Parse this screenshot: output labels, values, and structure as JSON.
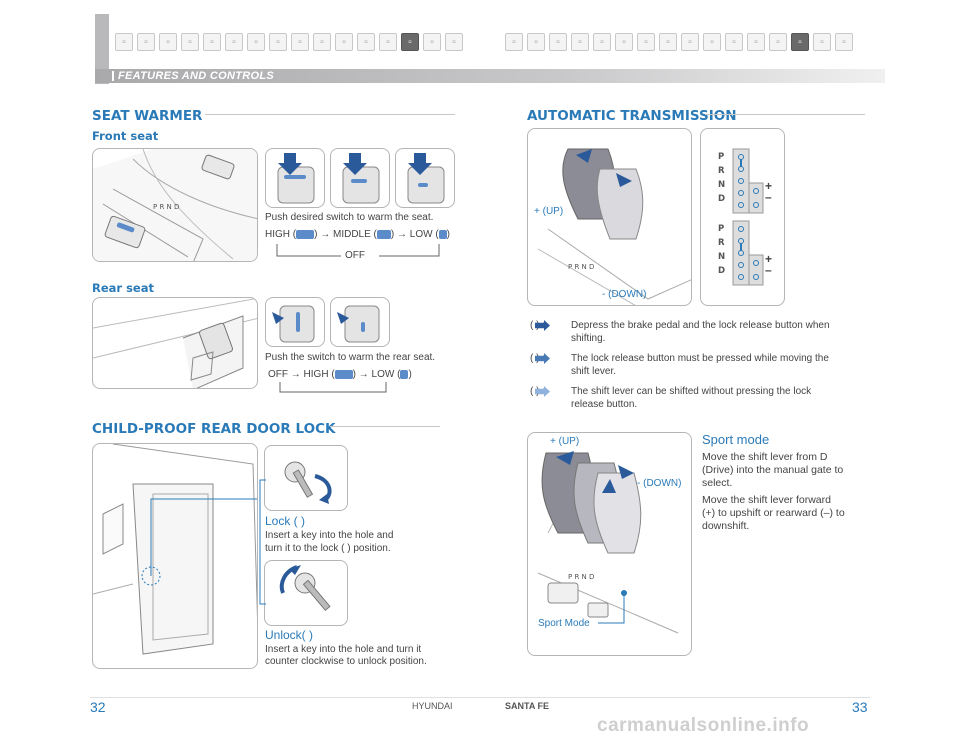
{
  "header": {
    "title": "FEATURES AND CONTROLS",
    "icons_left": [
      "pen",
      "wrench",
      "car",
      "car2",
      "car3",
      "car4",
      "info",
      "engine",
      "key",
      "bluetooth",
      "phone",
      "screen",
      "tray",
      "seat",
      "gauge",
      "eco"
    ],
    "icons_right": [
      "pen",
      "tool",
      "screen2",
      "car5",
      "home",
      "car6",
      "info2",
      "engine2",
      "key2",
      "bluetooth2",
      "phone2",
      "screen3",
      "car7",
      "seat2",
      "tank",
      "flag"
    ]
  },
  "seat_warmer": {
    "title": "SEAT WARMER",
    "front_label": "Front seat",
    "front_text": "Push desired switch to warm the seat.",
    "front_seq": {
      "high": "HIGH (",
      "middle": ") → MIDDLE (",
      "low": ") →   LOW (",
      "close": ")",
      "off": "OFF"
    },
    "rear_label": "Rear seat",
    "rear_text": "Push the switch to warm the rear seat.",
    "rear_seq": {
      "off": "OFF → HIGH (",
      "low": ") → LOW (",
      "close": ")"
    }
  },
  "child_lock": {
    "title": "CHILD-PROOF REAR DOOR LOCK",
    "lock_label": "Lock (   )",
    "lock_text_1": "Insert a key into the hole and",
    "lock_text_2": "turn it to the lock (   ) position.",
    "unlock_label": "Unlock(     )",
    "unlock_text_1": "Insert a key into the hole and turn it",
    "unlock_text_2": "counter clockwise to unlock position."
  },
  "auto_trans": {
    "title": "AUTOMATIC TRANSMISSION",
    "up_label": "+ (UP)",
    "down_label": "- (DOWN)",
    "gate_letters": [
      "P",
      "R",
      "N",
      "D"
    ],
    "plus": "+",
    "minus": "–",
    "legend": [
      {
        "key": "(      ) :",
        "line1": "Depress the brake pedal and the lock release button when",
        "line2": "shifting."
      },
      {
        "key": "(      ) :",
        "line1": "The lock release button must be pressed while moving the",
        "line2": "shift lever."
      },
      {
        "key": "(      ) :",
        "line1": "The shift lever can be shifted without pressing the lock",
        "line2": "release button."
      }
    ],
    "sport_up": "+ (UP)",
    "sport_down": "- (DOWN)",
    "sport_mode_label": "Sport Mode",
    "sport_title": "Sport mode",
    "sport_p1": [
      "Move the shift lever from D",
      "(Drive) into the manual gate to",
      "select."
    ],
    "sport_p2": [
      "Move the shift lever forward",
      "(+) to upshift or rearward (–) to",
      "downshift."
    ]
  },
  "footer": {
    "page_left": "32",
    "page_right": "33",
    "brand": "HYUNDAI",
    "model": "SANTA FE"
  },
  "watermark": "carmanualsonline.info",
  "colors": {
    "accent": "#2a7ab8",
    "header_grey": "#b9b9bb"
  }
}
